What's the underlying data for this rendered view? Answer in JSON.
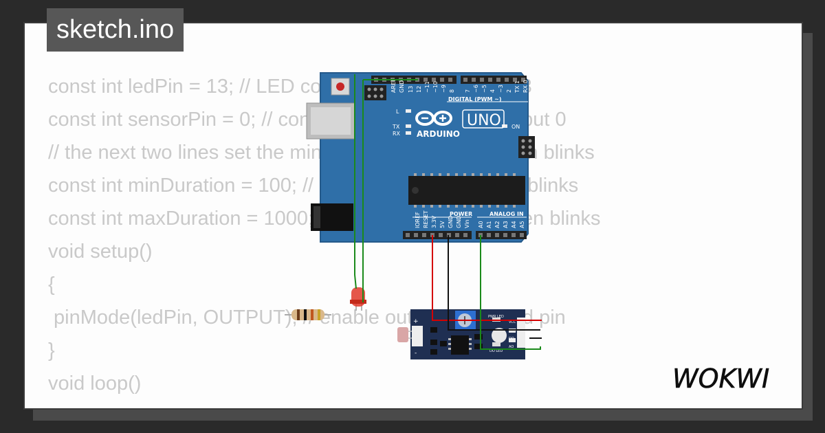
{
  "file_tab": {
    "label": "sketch.ino"
  },
  "code_lines": [
    "const int ledPin = 13; // LED connected to digital pin 13",
    "const int sensorPin = 0; // connect sensor to analog input 0",
    "// the next two lines set the min and max delay between blinks",
    "const int minDuration = 100; // minimum wait between blinks",
    "const int maxDuration = 1000; // maximum wait between blinks",
    "void setup()",
    "{",
    " pinMode(ledPin, OUTPUT); // enable output on the led pin",
    "}",
    "void loop()",
    "{"
  ],
  "board": {
    "name": "UNO",
    "brand": "ARDUINO",
    "digital_label": "DIGITAL (PWM ~)",
    "power_label": "POWER",
    "analog_label": "ANALOG IN",
    "top_pin_labels": [
      "AREF",
      "GND",
      "13",
      "12",
      "~11",
      "~10",
      "~9",
      "8",
      "7",
      "~6",
      "~5",
      "4",
      "~3",
      "2",
      "TX 1",
      "RX 0"
    ],
    "power_pin_labels": [
      "IOREF",
      "RESET",
      "3.3V",
      "5V",
      "GND",
      "GND",
      "Vin"
    ],
    "analog_pin_labels": [
      "A0",
      "A1",
      "A2",
      "A3",
      "A4",
      "A5"
    ],
    "indicator_labels": {
      "l": "L",
      "tx": "TX",
      "rx": "RX",
      "on": "ON"
    }
  },
  "sensor_module": {
    "pin_labels": [
      "+",
      "-"
    ],
    "led_labels": [
      "PWR LED",
      "DO LED"
    ],
    "out_labels": [
      "VCC",
      "GND",
      "DO",
      "AO"
    ]
  },
  "brand": {
    "logo_text": "WOKWI"
  },
  "colors": {
    "board": "#2f6fa8",
    "wire_red": "#d40000",
    "wire_black": "#111111",
    "wire_green": "#1a8a1a",
    "sensor_board": "#1f2f52",
    "led": "#e03a2a",
    "code_text": "#c9c9c9",
    "tab_bg": "#575757"
  }
}
